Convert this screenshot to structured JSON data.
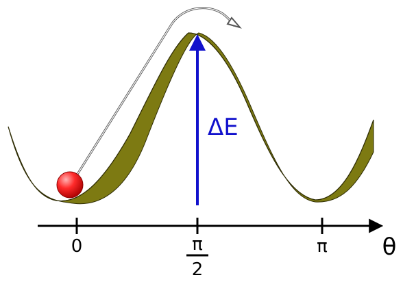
{
  "diagram": {
    "colors": {
      "band": "#7d7a12",
      "band_outline": "#2f2d05",
      "arrow": "#1111cc",
      "ball": "#ff1a1a",
      "ball_highlight": "#ffb3b3",
      "axis": "#000000",
      "path": "#555555",
      "background": "#ffffff"
    },
    "energy_label": "ΔE",
    "axis": {
      "variable": "θ",
      "ticks": [
        {
          "label": "0"
        },
        {
          "numerator": "π",
          "denominator": "2"
        },
        {
          "label": "π"
        }
      ]
    },
    "icons": {
      "ball": "ball-icon",
      "jump_arrow": "curved-arrow-icon",
      "energy_arrow": "vertical-arrow-icon"
    }
  }
}
